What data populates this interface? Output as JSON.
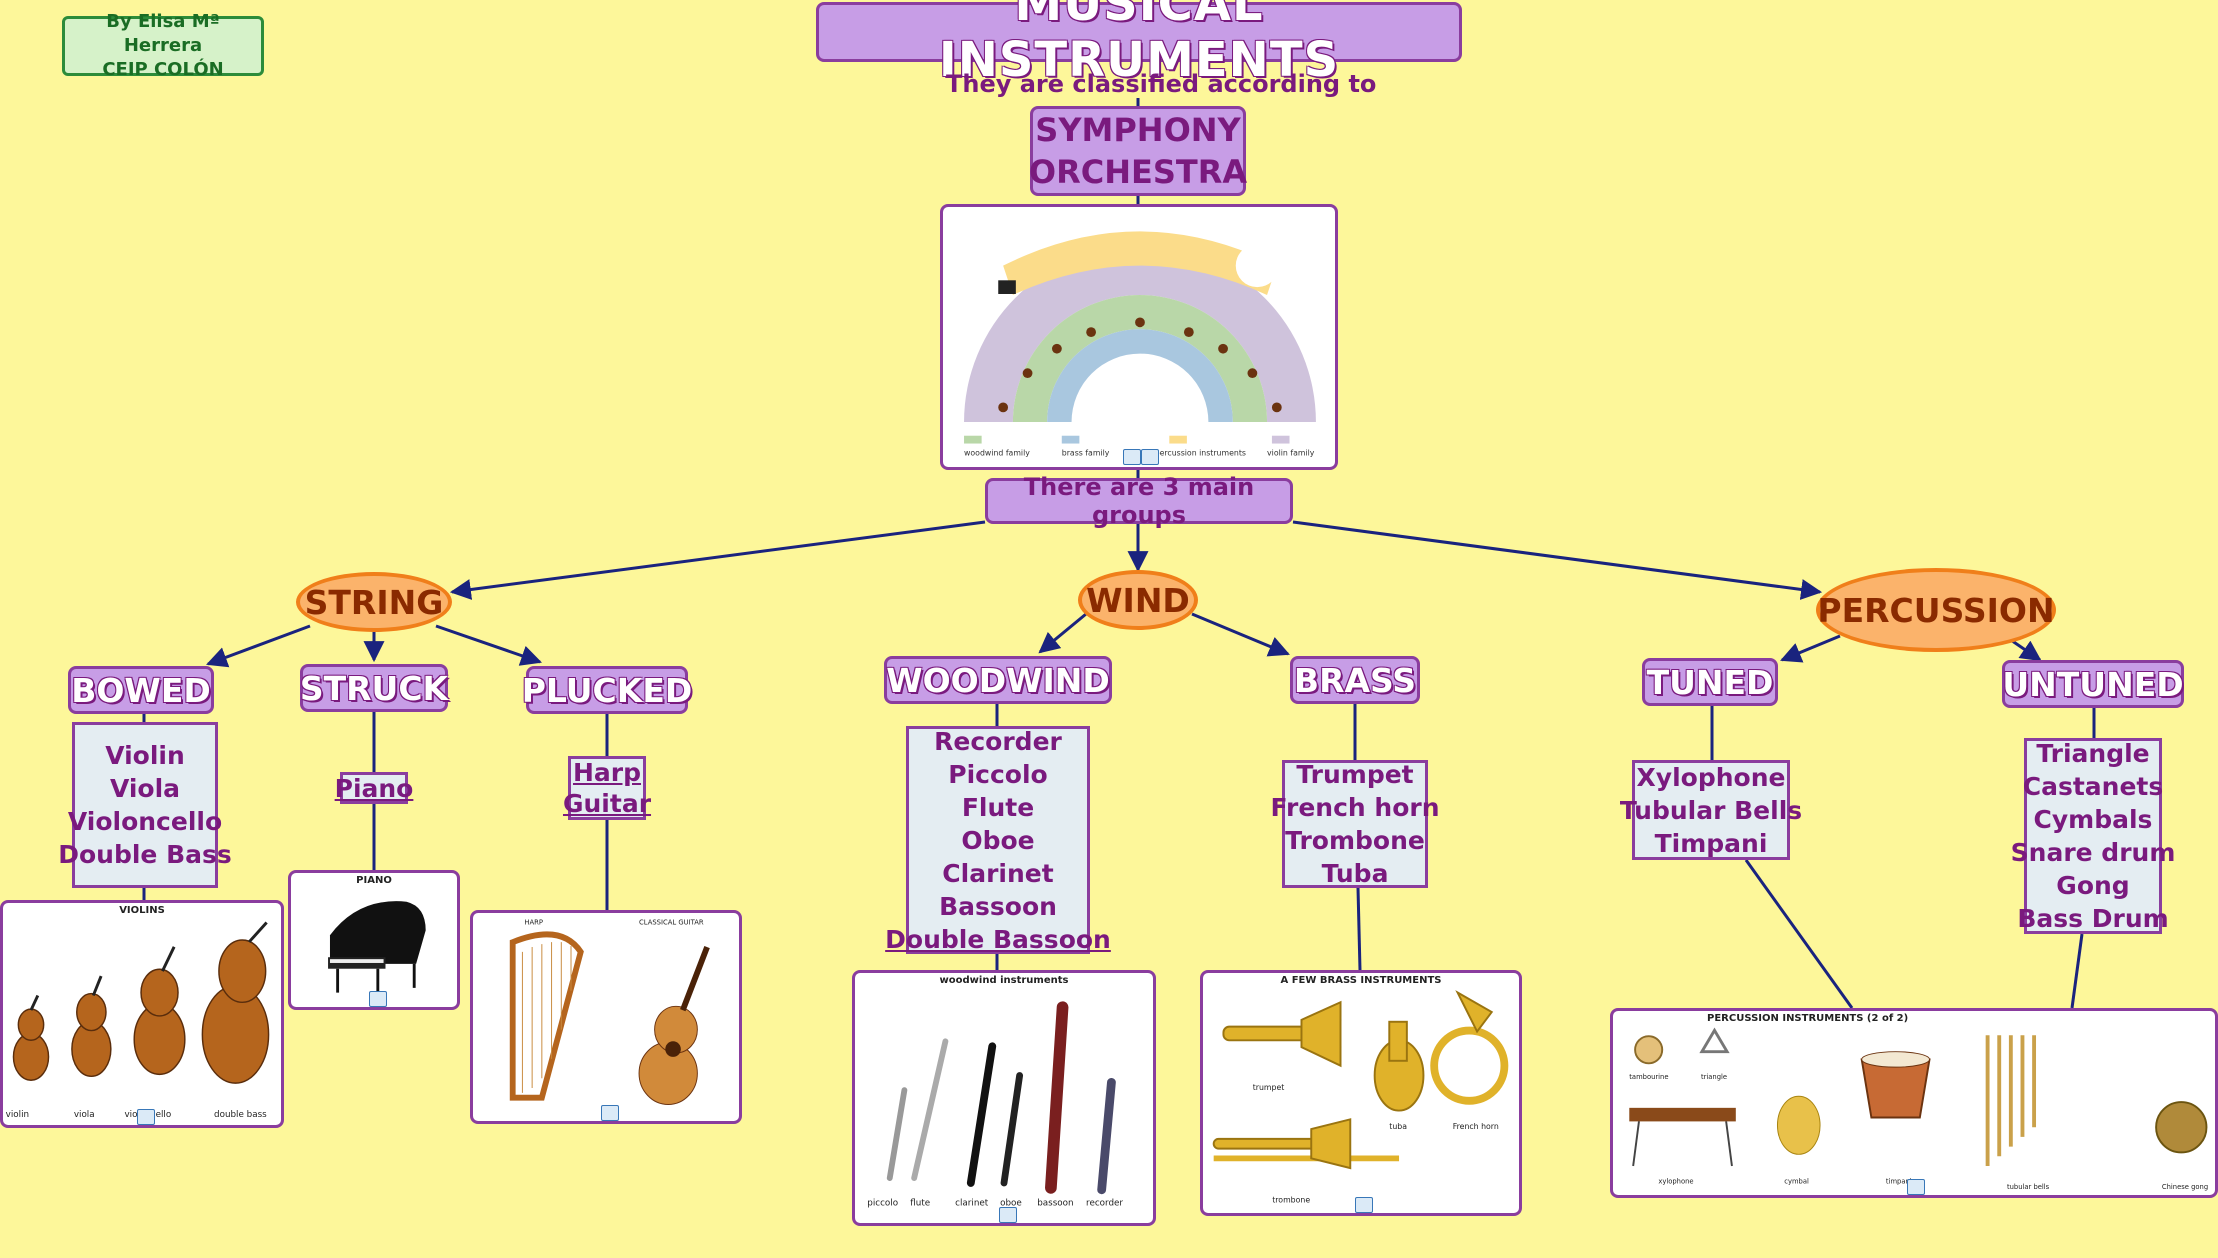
{
  "credit": {
    "line1": "By Elisa Mª Herrera",
    "line2": "CEIP COLÓN"
  },
  "title": "MUSICAL INSTRUMENTS",
  "link_classified": "They are classified according to",
  "orchestra": {
    "line1": "SYMPHONY",
    "line2": "ORCHESTRA"
  },
  "link_groups": "There are 3 main groups",
  "groups": {
    "string": "STRING",
    "wind": "WIND",
    "percussion": "PERCUSSION"
  },
  "subgroups": {
    "bowed": "BOWED",
    "struck": "STRUCK",
    "plucked": "PLUCKED",
    "woodwind": "WOODWIND",
    "brass": "BRASS",
    "tuned": "TUNED",
    "untuned": "UNTUNED"
  },
  "lists": {
    "bowed": [
      "Violin",
      "Viola",
      "Violoncello",
      "Double Bass"
    ],
    "struck": [
      "Piano"
    ],
    "plucked": [
      "Harp",
      "Guitar"
    ],
    "woodwind": [
      "Recorder",
      "Piccolo",
      "Flute",
      "Oboe",
      "Clarinet",
      "Bassoon",
      "Double Bassoon"
    ],
    "brass": [
      "Trumpet",
      "French horn",
      "Trombone",
      "Tuba"
    ],
    "tuned": [
      "Xylophone",
      "Tubular Bells",
      "Timpani"
    ],
    "untuned": [
      "Triangle",
      "Castanets",
      "Cymbals",
      "Snare drum",
      "Gong",
      "Bass Drum"
    ]
  },
  "images": {
    "violins": {
      "caption": "VIOLINS",
      "labels": [
        "violin",
        "viola",
        "violoncello",
        "double bass"
      ]
    },
    "piano": {
      "caption": "PIANO"
    },
    "harp_guitar": {
      "caption_left": "HARP",
      "caption_right": "CLASSICAL GUITAR"
    },
    "woodwind": {
      "caption": "woodwind instruments",
      "labels": [
        "piccolo",
        "flute",
        "clarinet",
        "oboe",
        "bassoon",
        "recorder"
      ]
    },
    "brass": {
      "caption": "A FEW BRASS INSTRUMENTS",
      "labels": [
        "trumpet",
        "tuba",
        "French horn",
        "trombone"
      ]
    },
    "percussion": {
      "caption": "PERCUSSION INSTRUMENTS (2 of 2)",
      "labels": [
        "tambourine",
        "triangle",
        "xylophone",
        "cymbal",
        "timpani",
        "tubular bells",
        "Chinese gong"
      ]
    },
    "orchestra_legend": [
      "woodwind family",
      "brass family",
      "percussion instruments",
      "violin family"
    ]
  },
  "colors": {
    "background": "#fdf79a",
    "node_fill": "#c79de6",
    "node_border": "#8a3d9e",
    "oval_fill": "#fbb36b",
    "oval_border": "#f07f1a",
    "list_fill": "#e4edf2",
    "text": "#7a1a7e",
    "connector": "#1a237e"
  }
}
